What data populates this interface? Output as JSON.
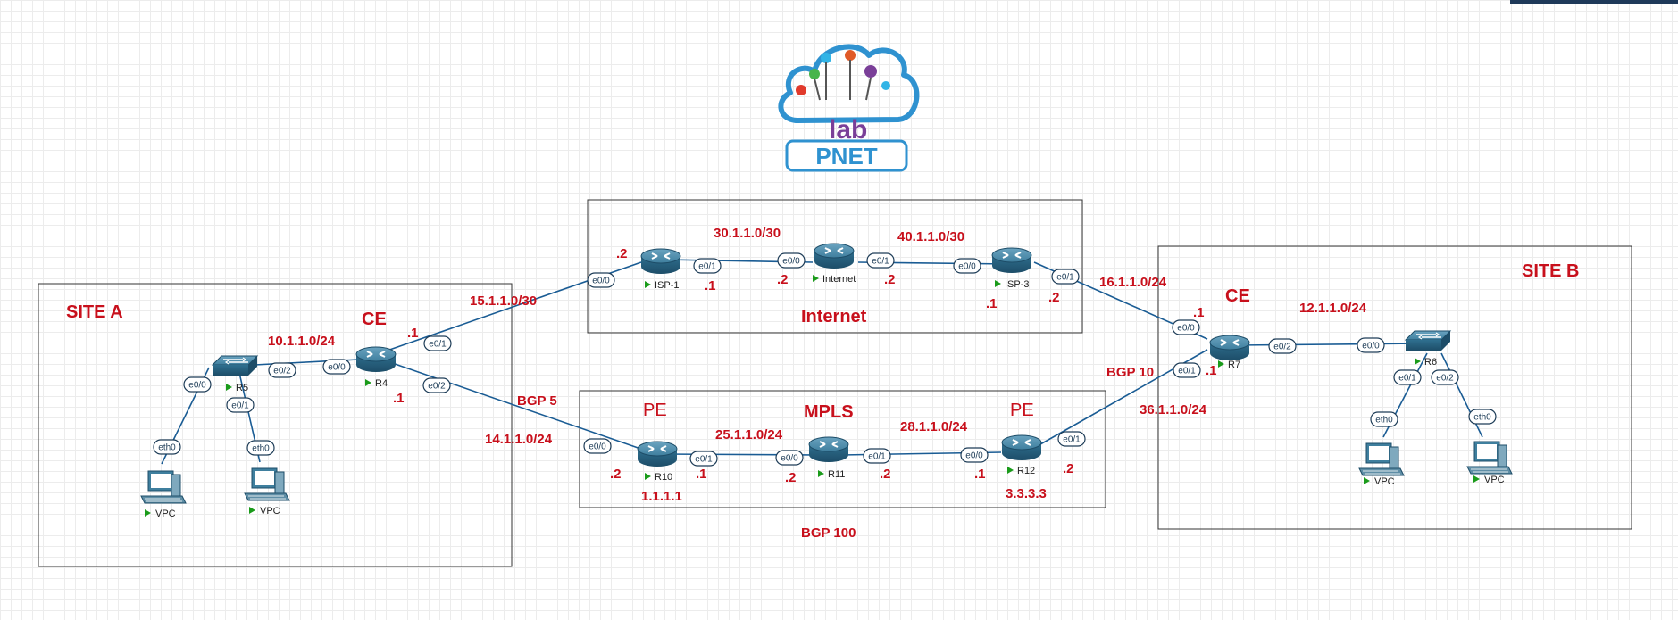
{
  "logo": {
    "text_lab": "lab",
    "text_pnet": "PNET"
  },
  "zones": {
    "site_a": "SITE A",
    "site_b": "SITE B",
    "internet": "Internet",
    "mpls": "MPLS"
  },
  "roles": {
    "ce_left": "CE",
    "ce_right": "CE",
    "pe_left": "PE",
    "pe_right": "PE"
  },
  "bgp": {
    "bgp5": "BGP 5",
    "bgp10": "BGP 10",
    "bgp100": "BGP 100"
  },
  "nodes": {
    "isp1": "ISP-1",
    "internet": "Internet",
    "isp3": "ISP-3",
    "r4": "R4",
    "r5": "R5",
    "r6": "R6",
    "r7": "R7",
    "r10": "R10",
    "r11": "R11",
    "r12": "R12",
    "vpc1": "VPC",
    "vpc2": "VPC",
    "vpc3": "VPC",
    "vpc4": "VPC"
  },
  "subnets": {
    "s30": "30.1.1.0/30",
    "s40": "40.1.1.0/30",
    "s15": "15.1.1.0/30",
    "s16": "16.1.1.0/24",
    "s10": "10.1.1.0/24",
    "s12": "12.1.1.0/24",
    "s14": "14.1.1.0/24",
    "s25": "25.1.1.0/24",
    "s28": "28.1.1.0/24",
    "s36": "36.1.1.0/24"
  },
  "loopbacks": {
    "r10": "1.1.1.1",
    "r12": "3.3.3.3"
  },
  "host_octets": {
    "isp1_left": ".2",
    "isp1_right": ".1",
    "inet_left": ".2",
    "inet_right": ".2",
    "isp3_left": ".1",
    "isp3_right": ".2",
    "r4_top": ".1",
    "r4_bottom": ".1",
    "r7_top": ".1",
    "r7_bottom": ".1",
    "r10_left": ".2",
    "r10_right": ".1",
    "r11_left": ".2",
    "r11_right": ".2",
    "r12_left": ".1",
    "r12_right": ".2"
  },
  "interfaces": {
    "isp1_e00": "e0/0",
    "isp1_e01": "e0/1",
    "inet_e00": "e0/0",
    "inet_e01": "e0/1",
    "isp3_e00": "e0/0",
    "isp3_e01": "e0/1",
    "r4_e00": "e0/0",
    "r4_e01": "e0/1",
    "r4_e02": "e0/2",
    "r5_e00": "e0/0",
    "r5_e01": "e0/1",
    "r5_e02": "e0/2",
    "r7_e00": "e0/0",
    "r7_e01": "e0/1",
    "r7_e02": "e0/2",
    "r6_e00": "e0/0",
    "r6_e01": "e0/1",
    "r6_e02": "e0/2",
    "r10_e00": "e0/0",
    "r10_e01": "e0/1",
    "r11_e00": "e0/0",
    "r11_e01": "e0/1",
    "r12_e00": "e0/0",
    "r12_e01": "e0/1",
    "vpc1_eth0": "eth0",
    "vpc2_eth0": "eth0",
    "vpc3_eth0": "eth0",
    "vpc4_eth0": "eth0"
  },
  "colors": {
    "label_red": "#c8101c",
    "link_blue": "#1a5c94",
    "router_blue": "#2f6f8f"
  }
}
